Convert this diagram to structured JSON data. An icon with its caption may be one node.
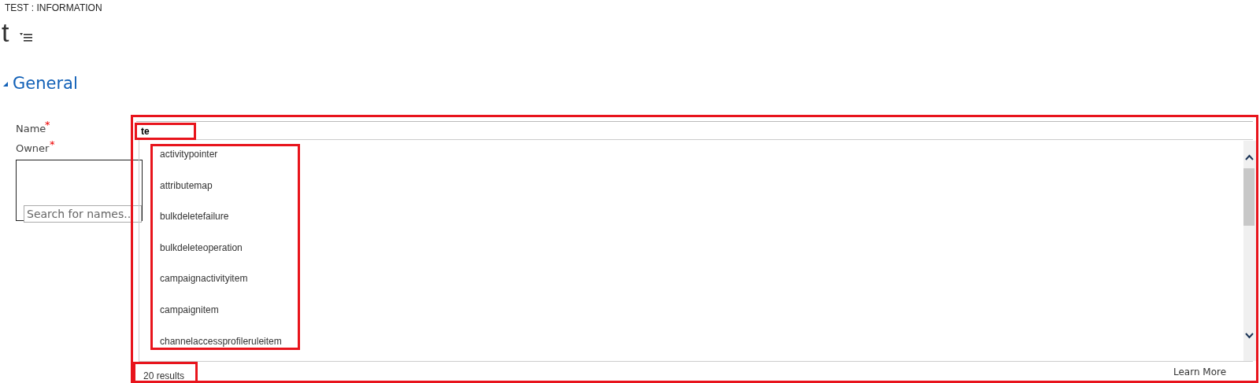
{
  "diagram": {
    "nodes": [
      {
        "text": [],
        "shape": "box"
      },
      {
        "text": [
          "te"
        ],
        "in": 0
      },
      {
        "text": [
          "activitypointer",
          "attributemap",
          "bulkdeletefailure",
          "bulkdeleteoperation",
          "campaignactivityitem",
          "campaignitem",
          "channelaccessprofileruleitem"
        ],
        "in": 0
      },
      {
        "text": [
          "20 results"
        ],
        "in": 0
      }
    ],
    "labels": [
      "TEST : INFORMATION",
      "t",
      "General",
      "Name",
      "*",
      "Owner",
      "*",
      "Search for names..",
      "Learn More"
    ]
  }
}
